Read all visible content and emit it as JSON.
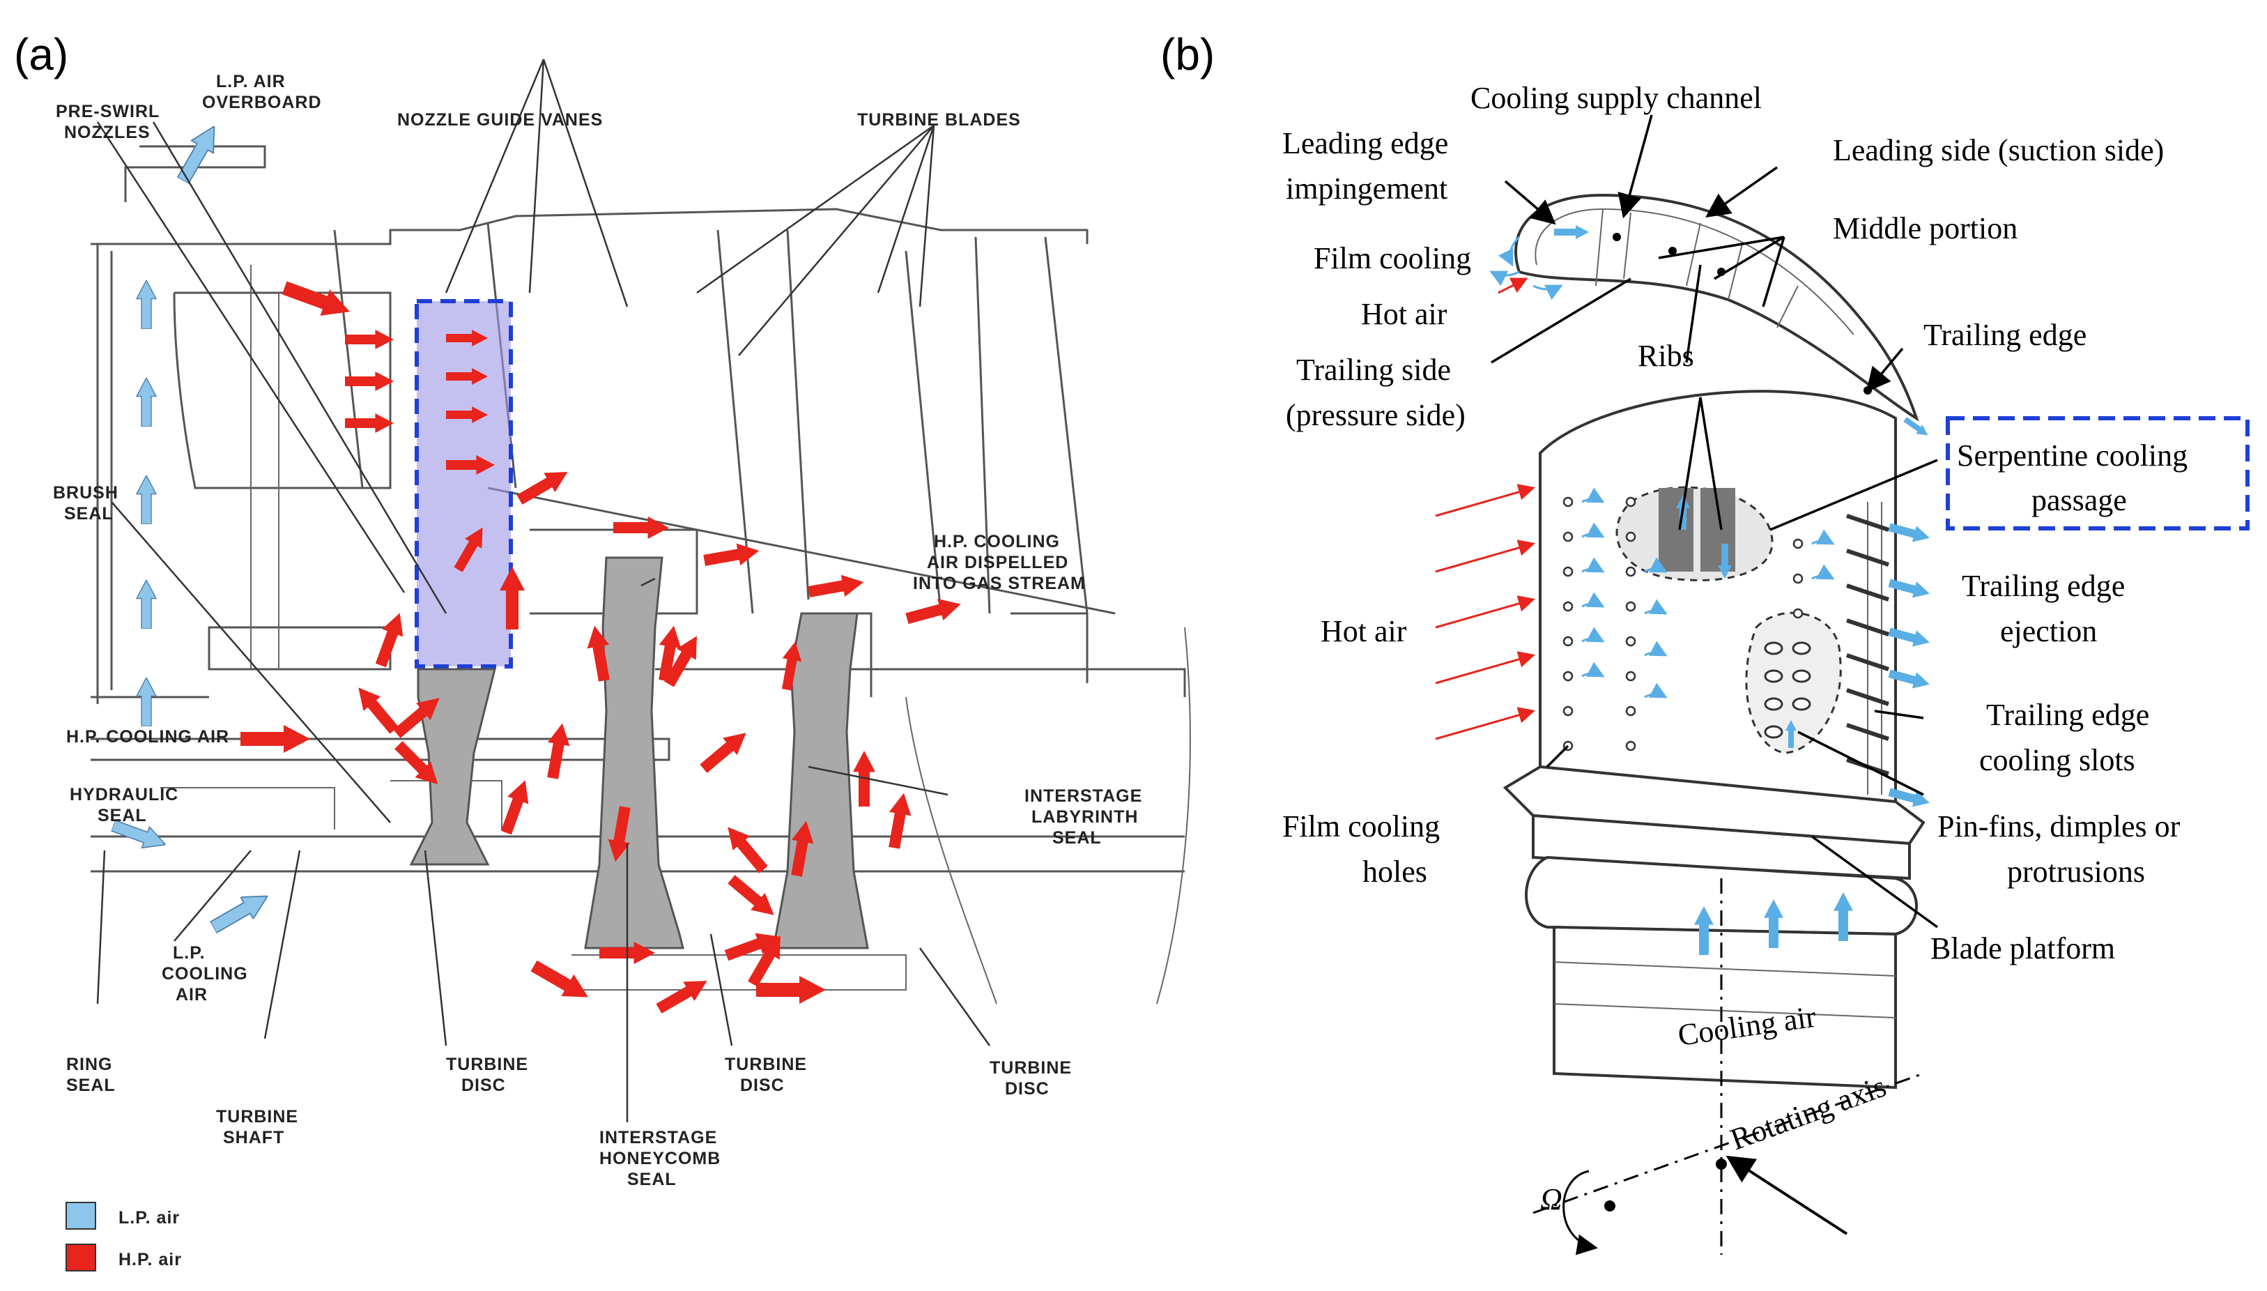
{
  "panel_a": {
    "tag": "(a)",
    "labels": {
      "lp_air_overboard": [
        "L.P. AIR",
        "OVERBOARD"
      ],
      "pre_swirl": [
        "PRE-SWIRL",
        "NOZZLES"
      ],
      "nozzle_guide_vanes": "NOZZLE GUIDE VANES",
      "turbine_blades": "TURBINE BLADES",
      "brush_seal": [
        "BRUSH",
        "SEAL"
      ],
      "hp_dispelled": [
        "H.P. COOLING",
        "AIR DISPELLED",
        "INTO GAS STREAM"
      ],
      "hp_cooling_air": "H.P. COOLING AIR",
      "hydraulic_seal": [
        "HYDRAULIC",
        "SEAL"
      ],
      "interstage_labyrinth": [
        "INTERSTAGE",
        "LABYRINTH",
        "SEAL"
      ],
      "lp_cooling_air": [
        "L.P.",
        "COOLING",
        "AIR"
      ],
      "ring_seal": [
        "RING",
        "SEAL"
      ],
      "turbine_shaft": [
        "TURBINE",
        "SHAFT"
      ],
      "turbine_disc_1": [
        "TURBINE",
        "DISC"
      ],
      "turbine_disc_2": [
        "TURBINE",
        "DISC"
      ],
      "turbine_disc_3": [
        "TURBINE",
        "DISC"
      ],
      "interstage_honeycomb": [
        "INTERSTAGE",
        "HONEYCOMB",
        "SEAL"
      ]
    },
    "legend": [
      {
        "label": "L.P. air",
        "color": "#8ec5ea"
      },
      {
        "label": "H.P. air",
        "color": "#e8241c"
      }
    ]
  },
  "panel_b": {
    "tag": "(b)",
    "labels": {
      "cooling_supply_channel": "Cooling supply channel",
      "leading_edge_impingement": [
        "Leading edge",
        "impingement"
      ],
      "leading_side": "Leading side (suction side)",
      "middle_portion": "Middle portion",
      "film_cooling": "Film cooling",
      "hot_air_top": "Hot air",
      "trailing_side": [
        "Trailing side",
        "(pressure side)"
      ],
      "ribs": "Ribs",
      "trailing_edge": "Trailing edge",
      "serpentine": [
        "Serpentine cooling",
        "passage"
      ],
      "trailing_edge_ejection": [
        "Trailing edge",
        "ejection"
      ],
      "hot_air_side": "Hot air",
      "trailing_edge_slots": [
        "Trailing edge",
        "cooling slots"
      ],
      "film_cooling_holes": [
        "Film cooling",
        "holes"
      ],
      "pin_fins": [
        "Pin-fins, dimples or",
        "protrusions"
      ],
      "blade_platform": "Blade platform",
      "cooling_air": "Cooling air",
      "rotating_axis": "Rotating axis",
      "omega": "Ω"
    }
  },
  "colors": {
    "hp_arrow": "#e8241c",
    "lp_arrow": "#8ec5ea",
    "highlight_fill": "#9c97e8",
    "highlight_border": "#1f3fd6",
    "hot_air_line": "#e8241c",
    "coolant_line": "#5aaee6"
  }
}
